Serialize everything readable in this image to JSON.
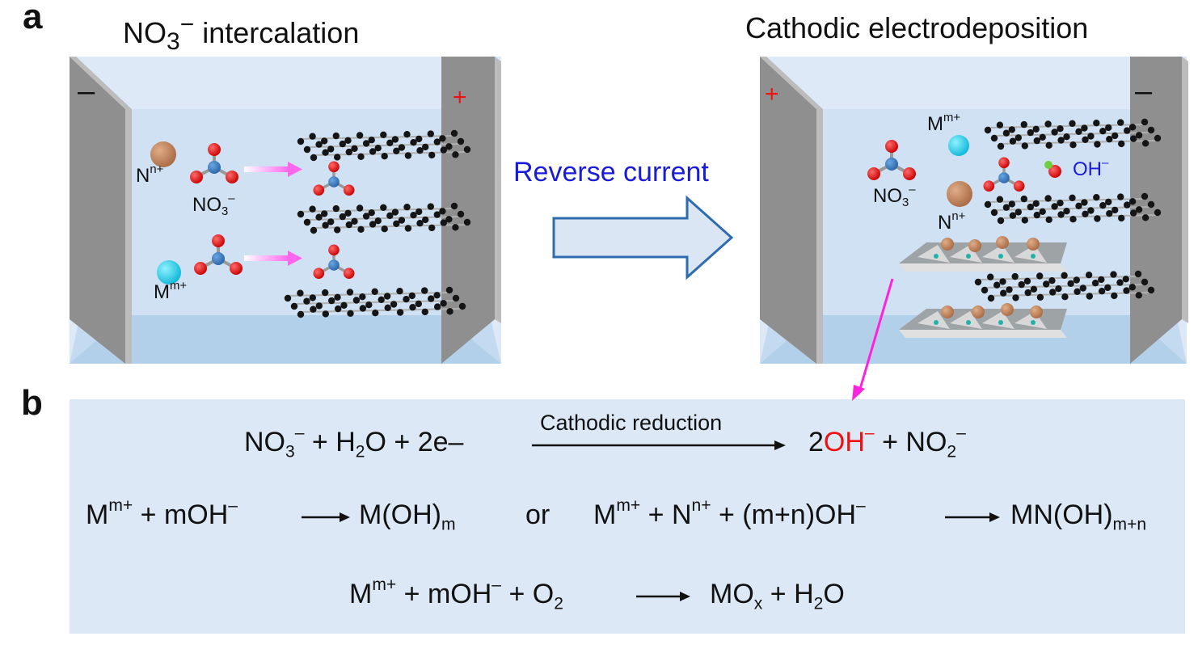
{
  "panel_a": {
    "label": "a",
    "left_tank": {
      "title_main": "NO",
      "title_sub": "3",
      "title_sup": "−",
      "title_rest": " intercalation",
      "electrode_left_sign": "–",
      "electrode_right_sign": "+",
      "n_ion": {
        "base": "N",
        "sup": "n+"
      },
      "nitrate": {
        "base": "NO",
        "sub": "3",
        "sup": "–"
      },
      "m_ion": {
        "base": "M",
        "sup": "m+"
      }
    },
    "arrow_label": "Reverse current",
    "right_tank": {
      "title": "Cathodic electrodeposition",
      "electrode_left_sign": "+",
      "electrode_right_sign": "–",
      "m_ion": {
        "base": "M",
        "sup": "m+"
      },
      "hydroxide": {
        "base": "OH",
        "sup": "–"
      },
      "nitrate": {
        "base": "NO",
        "sub": "3",
        "sup": "–"
      },
      "n_ion": {
        "base": "N",
        "sup": "n+"
      }
    }
  },
  "panel_b": {
    "label": "b",
    "eq1": {
      "lhs": {
        "a": "NO",
        "a_sub": "3",
        "a_sup": "–",
        "b": " + H",
        "b_sub": "2",
        "c": "O + 2e–"
      },
      "arrow_label": "Cathodic reduction",
      "rhs": {
        "coef": "2",
        "oh": "OH",
        "oh_sup": "–",
        "rest": " + NO",
        "rest_sub": "2",
        "rest_sup": "–"
      }
    },
    "eq2": {
      "a": "M",
      "a_sup": "m+",
      "b": " +  mOH",
      "b_sup": "–",
      "c": "M(OH)",
      "c_sub": "m",
      "or": "or",
      "d": "M",
      "d_sup": "m+",
      "e": " + N",
      "e_sup": "n+",
      "f": " + (m+n)OH",
      "f_sup": "–",
      "g": "MN(OH)",
      "g_sub": "m+n"
    },
    "eq3": {
      "a": "M",
      "a_sup": "m+",
      "b": " + mOH",
      "b_sup": "–",
      "c": " + O",
      "c_sub": "2",
      "d": "MO",
      "d_sub": "x",
      "e": " + H",
      "e_sub": "2",
      "f": "O"
    }
  },
  "colors": {
    "tank_back": "#dde9f6",
    "tank_water": "#c3daf0",
    "tank_bottom": "#b3d0ea",
    "electrode_face": "#8f8f8f",
    "electrode_edge": "#bcbcbc",
    "arrow_stroke": "#2e6cae",
    "arrow_fill": "#dbe6f4",
    "eq_box": "#dce8f6",
    "pink_arrow": "#ff22dd",
    "plus_sign": "#ee1111",
    "oh_blue": "#1a1adb"
  }
}
